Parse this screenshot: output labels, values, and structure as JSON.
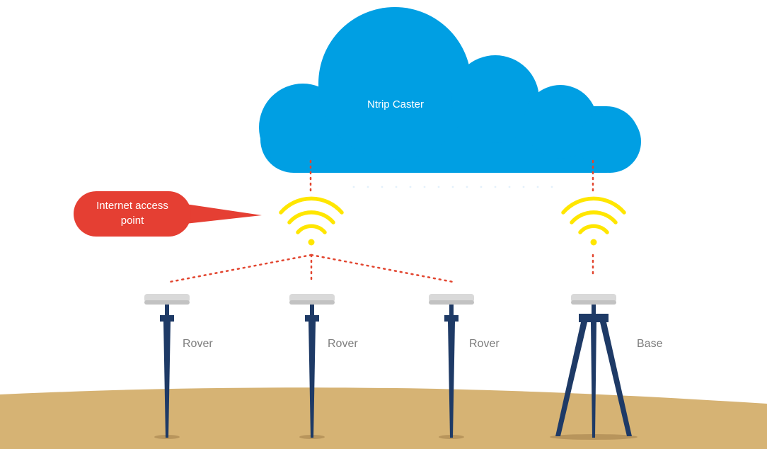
{
  "cloud": {
    "label": "Ntrip Caster"
  },
  "callout": {
    "line1": "Internet access",
    "line2": "point"
  },
  "devices": [
    {
      "label": "Rover"
    },
    {
      "label": "Rover"
    },
    {
      "label": "Rover"
    },
    {
      "label": "Base"
    }
  ],
  "colors": {
    "cloud": "#009fe3",
    "callout": "#e53f33",
    "wifi": "#ffe600",
    "dots": "#e2452f",
    "pole": "#1e3a66",
    "disc": "#d9d9d9",
    "ground": "#d6b374",
    "label_gray": "#7d7d7d"
  }
}
